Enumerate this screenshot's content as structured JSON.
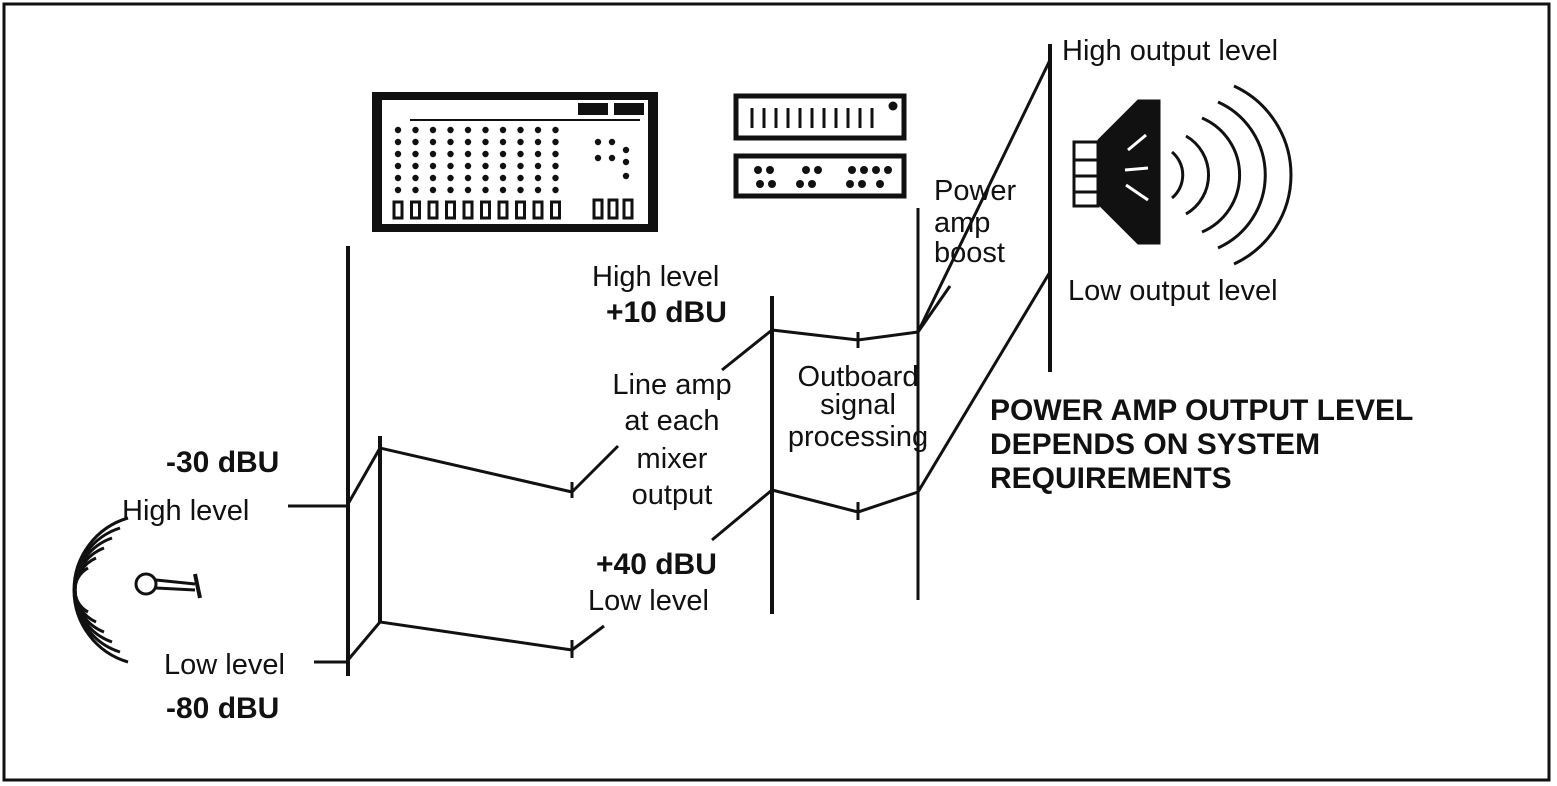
{
  "diagram": {
    "mic_labels": {
      "high_value": "-30 dBU",
      "high_label": "High level",
      "low_label": "Low level",
      "low_value": "-80 dBU"
    },
    "mixer_output": {
      "high_label": "High level",
      "high_value": "+10 dBU",
      "low_value": "+40 dBU",
      "low_label": "Low level",
      "line_amp": [
        "Line amp",
        "at each",
        "mixer",
        "output"
      ]
    },
    "outboard": [
      "Outboard",
      "signal",
      "processing"
    ],
    "power_amp": [
      "Power",
      "amp",
      "boost"
    ],
    "speaker_levels": {
      "high": "High output level",
      "low": "Low output level"
    },
    "note": [
      "POWER AMP OUTPUT LEVEL",
      "DEPENDS ON SYSTEM",
      "REQUIREMENTS"
    ],
    "icons": [
      "microphone-icon",
      "mixer-console-icon",
      "outboard-rack-icon",
      "speaker-icon"
    ]
  }
}
